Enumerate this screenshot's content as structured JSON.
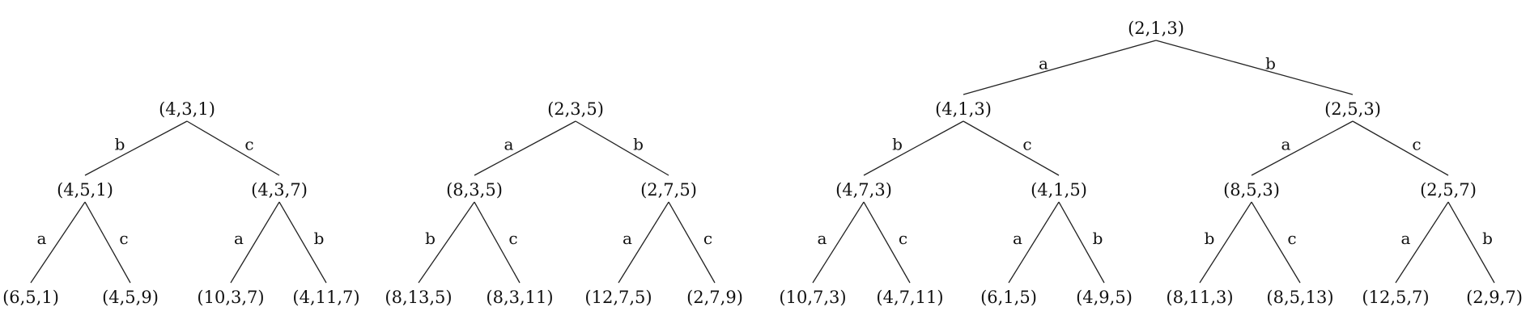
{
  "trees": [
    {
      "id": "tree-1",
      "root": {
        "label": "(4,3,1)",
        "children": [
          {
            "edge": "b",
            "label": "(4,5,1)",
            "children": [
              {
                "edge": "a",
                "label": "(6,5,1)"
              },
              {
                "edge": "c",
                "label": "(4,5,9)"
              }
            ]
          },
          {
            "edge": "c",
            "label": "(4,3,7)",
            "children": [
              {
                "edge": "a",
                "label": "(10,3,7)"
              },
              {
                "edge": "b",
                "label": "(4,11,7)"
              }
            ]
          }
        ]
      }
    },
    {
      "id": "tree-2",
      "root": {
        "label": "(2,3,5)",
        "children": [
          {
            "edge": "a",
            "label": "(8,3,5)",
            "children": [
              {
                "edge": "b",
                "label": "(8,13,5)"
              },
              {
                "edge": "c",
                "label": "(8,3,11)"
              }
            ]
          },
          {
            "edge": "b",
            "label": "(2,7,5)",
            "children": [
              {
                "edge": "a",
                "label": "(12,7,5)"
              },
              {
                "edge": "c",
                "label": "(2,7,9)"
              }
            ]
          }
        ]
      }
    },
    {
      "id": "tree-3",
      "root": {
        "label": "(2,1,3)",
        "children": [
          {
            "edge": "a",
            "label": "(4,1,3)",
            "children": [
              {
                "edge": "b",
                "label": "(4,7,3)",
                "children": [
                  {
                    "edge": "a",
                    "label": "(10,7,3)"
                  },
                  {
                    "edge": "c",
                    "label": "(4,7,11)"
                  }
                ]
              },
              {
                "edge": "c",
                "label": "(4,1,5)",
                "children": [
                  {
                    "edge": "a",
                    "label": "(6,1,5)"
                  },
                  {
                    "edge": "b",
                    "label": "(4,9,5)"
                  }
                ]
              }
            ]
          },
          {
            "edge": "b",
            "label": "(2,5,3)",
            "children": [
              {
                "edge": "a",
                "label": "(8,5,3)",
                "children": [
                  {
                    "edge": "b",
                    "label": "(8,11,3)"
                  },
                  {
                    "edge": "c",
                    "label": "(8,5,13)"
                  }
                ]
              },
              {
                "edge": "c",
                "label": "(2,5,7)",
                "children": [
                  {
                    "edge": "a",
                    "label": "(12,5,7)"
                  },
                  {
                    "edge": "b",
                    "label": "(2,9,7)"
                  }
                ]
              }
            ]
          }
        ]
      }
    }
  ]
}
